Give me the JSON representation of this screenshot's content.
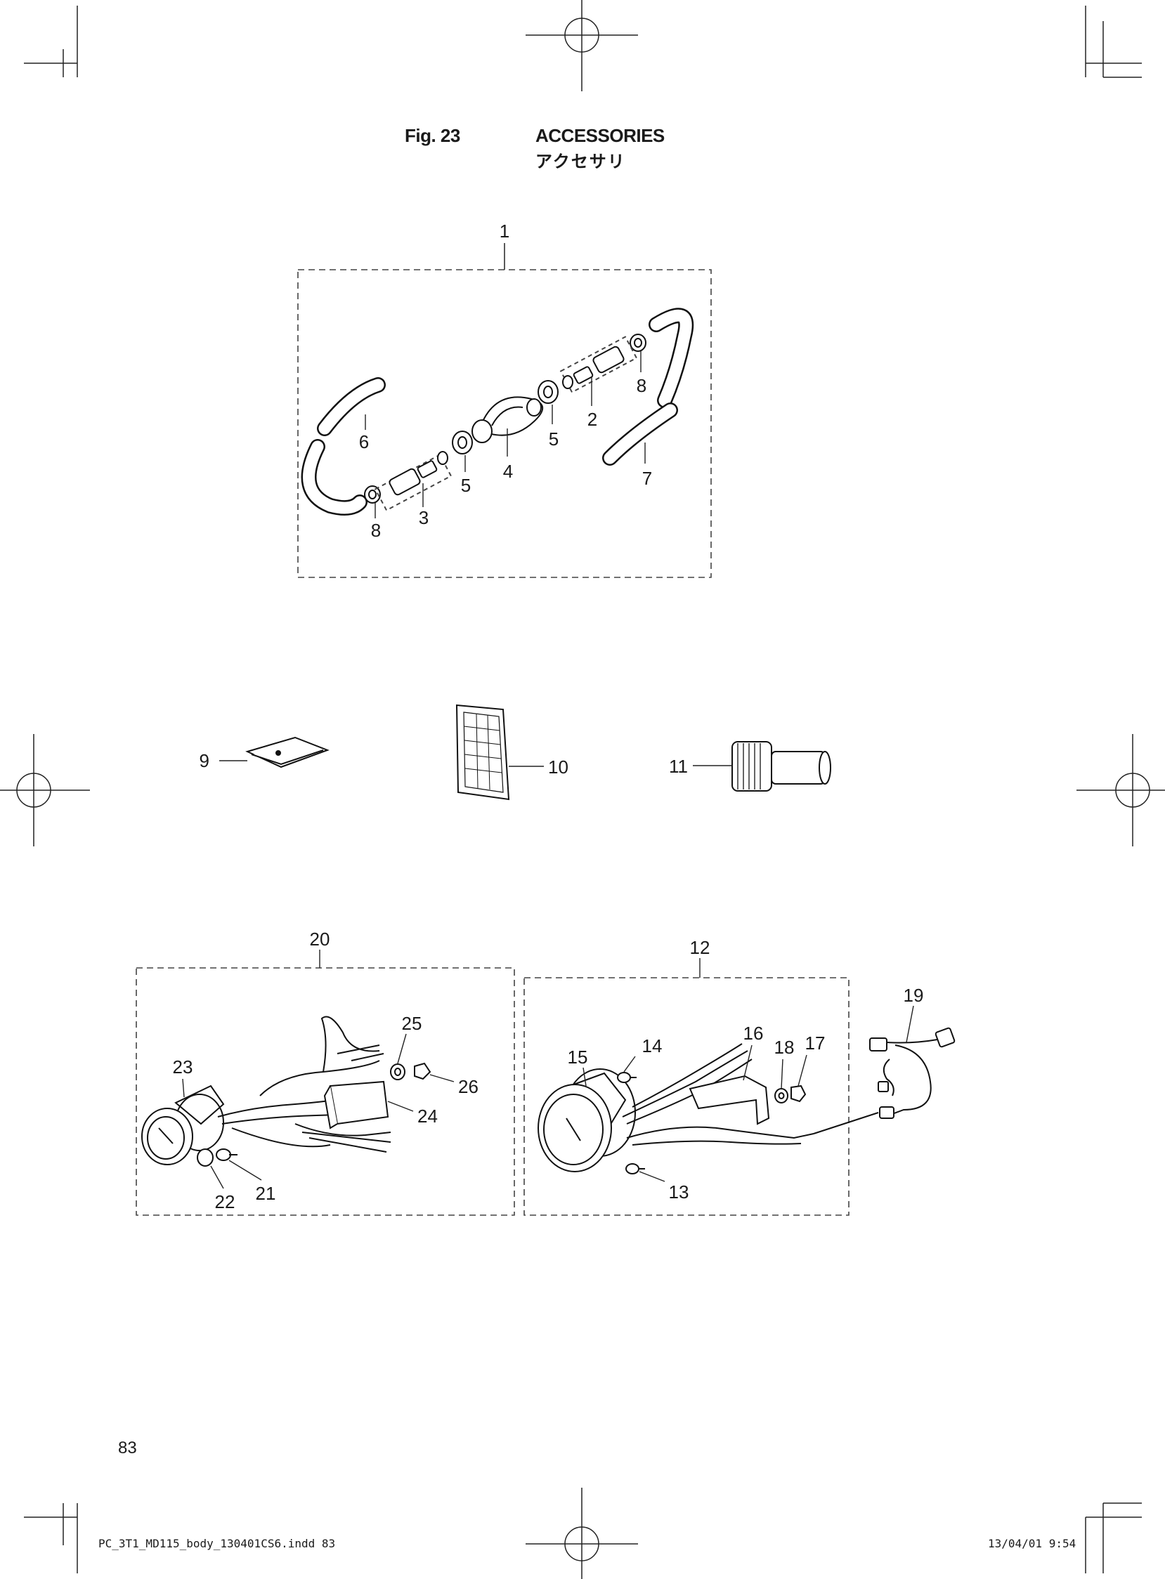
{
  "header": {
    "figure_number": "Fig. 23",
    "title_en": "ACCESSORIES",
    "title_jp": "アクセサリ"
  },
  "callouts": {
    "c1": "1",
    "c2": "2",
    "c3": "3",
    "c4": "4",
    "c5a": "5",
    "c5b": "5",
    "c6": "6",
    "c7": "7",
    "c8a": "8",
    "c8b": "8",
    "c9": "9",
    "c10": "10",
    "c11": "11",
    "c12": "12",
    "c13": "13",
    "c14": "14",
    "c15": "15",
    "c16": "16",
    "c17": "17",
    "c18": "18",
    "c19": "19",
    "c20": "20",
    "c21": "21",
    "c22": "22",
    "c23": "23",
    "c24": "24",
    "c25": "25",
    "c26": "26"
  },
  "footer": {
    "page_number": "83",
    "file_name": "PC_3T1_MD115_body_130401CS6.indd  83",
    "timestamp": "13/04/01  9:54"
  }
}
